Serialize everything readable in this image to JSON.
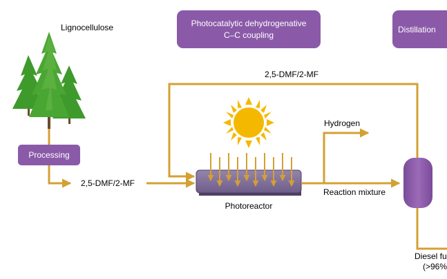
{
  "colors": {
    "pipe": "#d4a033",
    "box": "#8a5aa8",
    "box_text": "#ffffff",
    "tree": "#3f9a2c",
    "tree_light": "#62b544",
    "trunk": "#6b4a2a",
    "sun": "#f5b800",
    "reactor_fill": "#7a6892",
    "reactor_edge": "#4e3f63",
    "column": "#8a5aa8",
    "text": "#000000"
  },
  "icons": {
    "trees": "conifer-trees-icon",
    "sun": "sun-icon",
    "reactor": "photoreactor-icon",
    "column": "distillation-column-icon"
  },
  "labels": {
    "lignocellulose": "Lignocellulose",
    "dmf_top": "2,5-DMF/2-MF",
    "dmf_left": "2,5-DMF/2-MF",
    "hydrogen": "Hydrogen",
    "reaction_mixture": "Reaction mixture",
    "photoreactor": "Photoreactor",
    "diesel": "Diesel fu",
    "purity": "(>96%"
  },
  "boxes": {
    "processing": "Processing",
    "coupling_line1": "Photocatalytic dehydrogenative",
    "coupling_line2": "C–C coupling",
    "distillation": "Distillation"
  }
}
